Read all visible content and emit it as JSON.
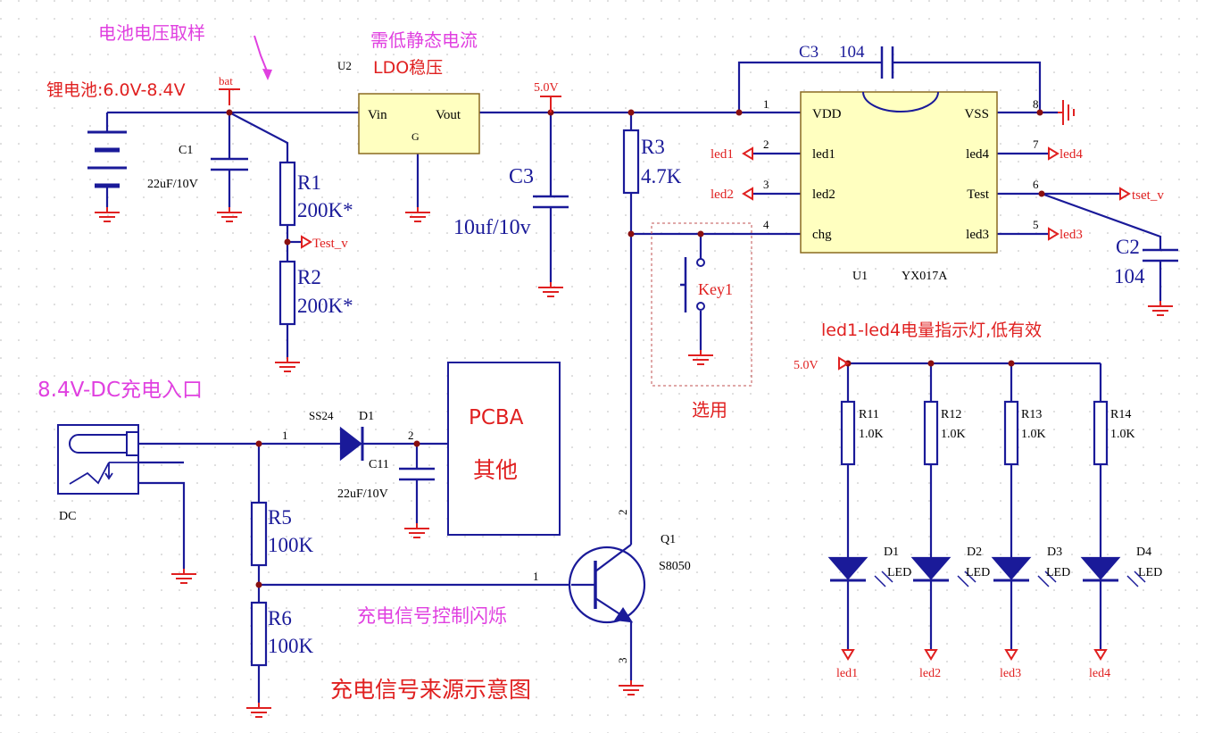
{
  "colors": {
    "wire": "#1a1a99",
    "net_label": "#e02020",
    "note": "#e040e0",
    "ic_fill": "#ffffc0",
    "junction": "#8a1010"
  },
  "notes": {
    "battery_sampling": "电池电压取样",
    "ldo_note_line1": "需低静态电流",
    "ldo_note_line2": "LDO稳压",
    "battery_range": "锂电池:6.0V-8.4V",
    "dc_input": "8.4V-DC充电入口",
    "led_note": "led1-led4电量指示灯,低有效",
    "optional": "选用",
    "charge_flash": "充电信号控制闪烁",
    "charge_source": "充电信号来源示意图"
  },
  "nets": {
    "bat": "bat",
    "v5_top": "5.0V",
    "v5_led": "5.0V",
    "test_v": "Test_v",
    "tset_v": "tset_v",
    "led1_in": "led1",
    "led2_in": "led2",
    "led4_out": "led4",
    "led3_out": "led3",
    "led1_b": "led1",
    "led2_b": "led2",
    "led3_b": "led3",
    "led4_b": "led4"
  },
  "components": {
    "u2": {
      "ref": "U2",
      "vin": "Vin",
      "vout": "Vout",
      "gnd": "G"
    },
    "u1": {
      "ref": "U1",
      "part": "YX017A",
      "pins_left": [
        {
          "num": "1",
          "name": "VDD"
        },
        {
          "num": "2",
          "name": "led1"
        },
        {
          "num": "3",
          "name": "led2"
        },
        {
          "num": "4",
          "name": "chg"
        }
      ],
      "pins_right": [
        {
          "num": "8",
          "name": "VSS"
        },
        {
          "num": "7",
          "name": "led4"
        },
        {
          "num": "6",
          "name": "Test"
        },
        {
          "num": "5",
          "name": "led3"
        }
      ]
    },
    "c1": {
      "ref": "C1",
      "value": "22uF/10V"
    },
    "c3_main": {
      "ref": "C3",
      "value": "10uf/10v"
    },
    "c3_top": {
      "ref": "C3",
      "value": "104"
    },
    "c2": {
      "ref": "C2",
      "value": "104"
    },
    "c11": {
      "ref": "C11",
      "value": "22uF/10V"
    },
    "r1": {
      "ref": "R1",
      "value": "200K*"
    },
    "r2": {
      "ref": "R2",
      "value": "200K*"
    },
    "r3": {
      "ref": "R3",
      "value": "4.7K"
    },
    "r5": {
      "ref": "R5",
      "value": "100K"
    },
    "r6": {
      "ref": "R6",
      "value": "100K"
    },
    "key1": {
      "ref": "Key1"
    },
    "d1_diode": {
      "ref": "D1",
      "part": "SS24",
      "pin1": "1",
      "pin2": "2"
    },
    "dc": {
      "ref": "DC"
    },
    "pcba": {
      "line1": "PCBA",
      "line2": "其他"
    },
    "q1": {
      "ref": "Q1",
      "part": "S8050",
      "pin_b": "1",
      "pin_c": "2",
      "pin_e": "3"
    },
    "led_resistors": [
      {
        "ref": "R11",
        "value": "1.0K"
      },
      {
        "ref": "R12",
        "value": "1.0K"
      },
      {
        "ref": "R13",
        "value": "1.0K"
      },
      {
        "ref": "R14",
        "value": "1.0K"
      }
    ],
    "leds": [
      {
        "ref": "D1",
        "type": "LED"
      },
      {
        "ref": "D2",
        "type": "LED"
      },
      {
        "ref": "D3",
        "type": "LED"
      },
      {
        "ref": "D4",
        "type": "LED"
      }
    ]
  }
}
